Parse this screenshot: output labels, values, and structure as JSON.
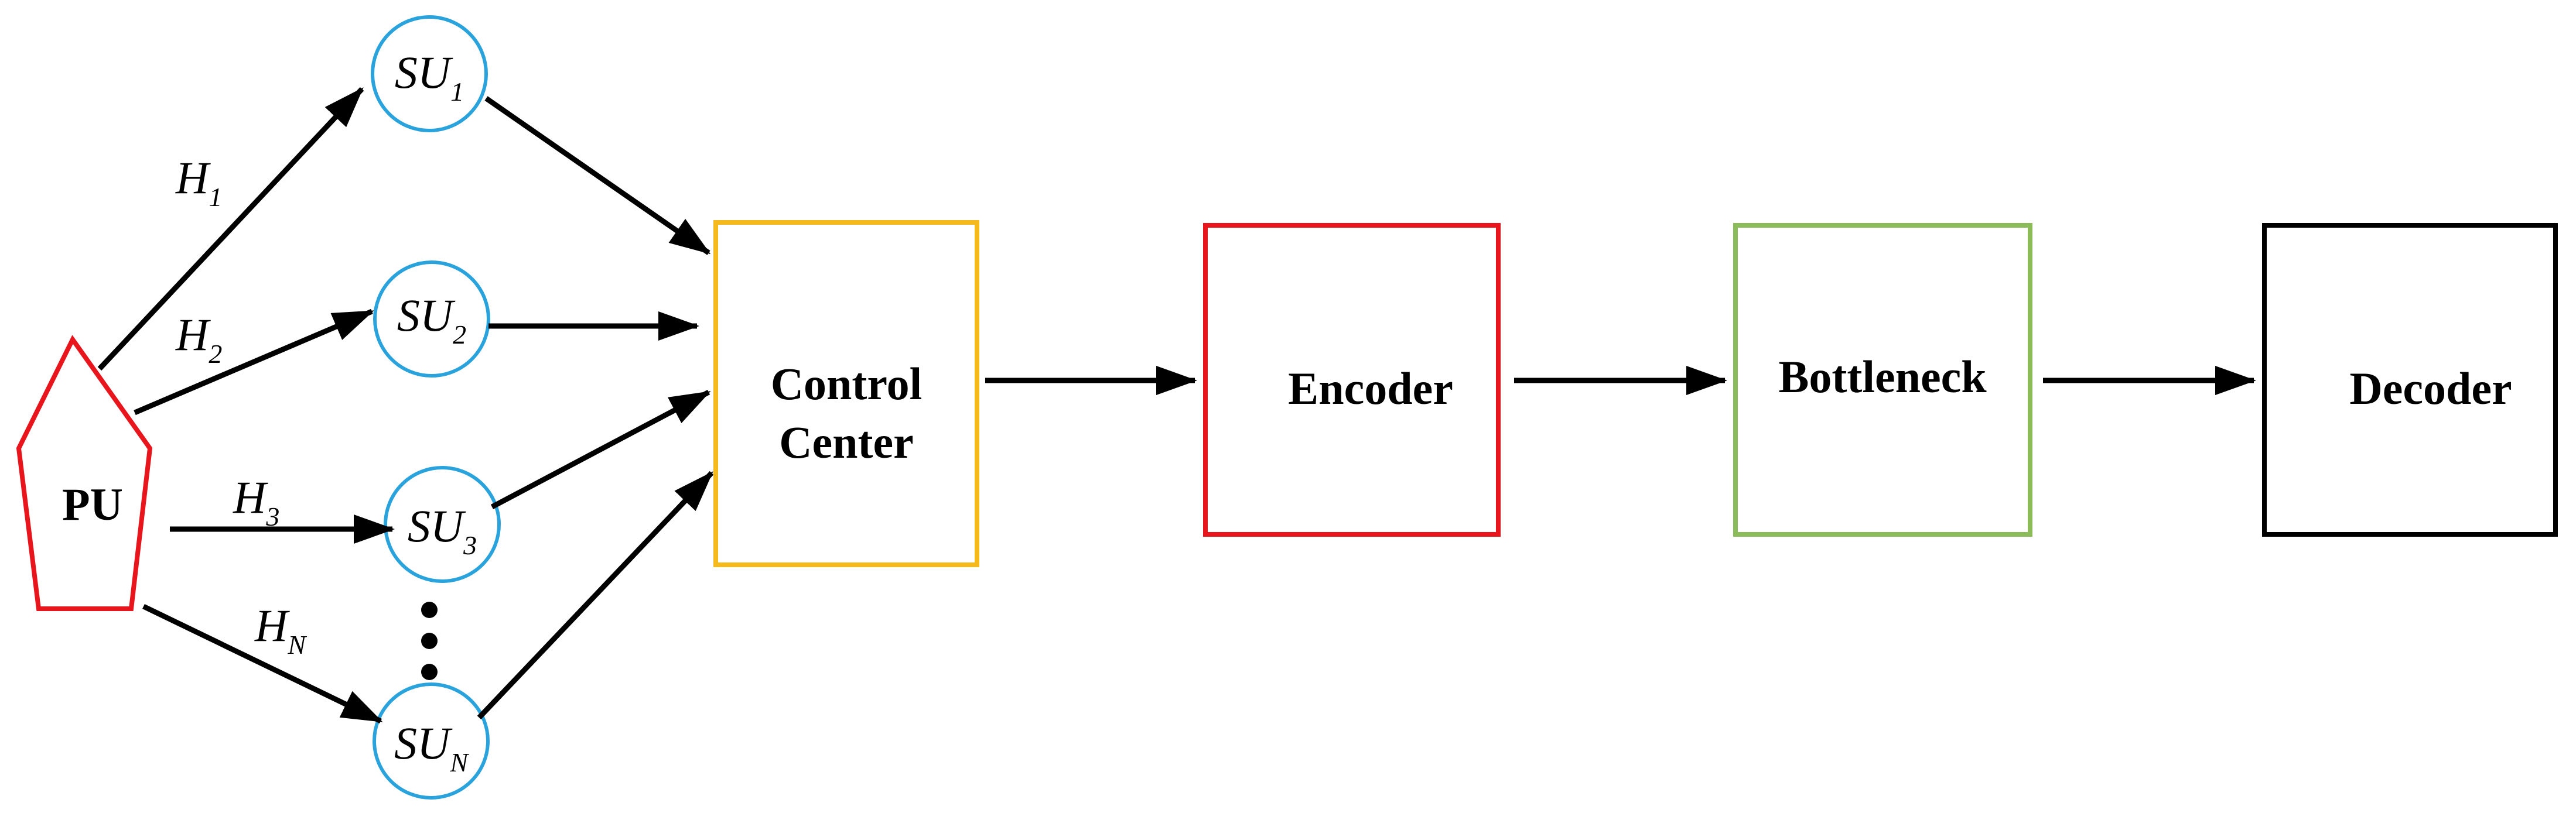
{
  "colors": {
    "pu_border": "#e8161c",
    "su_border": "#2aa3dd",
    "control_center_border": "#f6b91c",
    "encoder_border": "#e8161c",
    "bottleneck_border": "#8cbb5a",
    "decoder_border": "#000000",
    "arrow": "#000000"
  },
  "pu": {
    "label": "PU"
  },
  "su_nodes": [
    {
      "base": "SU",
      "sub": "1"
    },
    {
      "base": "SU",
      "sub": "2"
    },
    {
      "base": "SU",
      "sub": "3"
    },
    {
      "base": "SU",
      "sub": "N"
    }
  ],
  "channels": [
    {
      "base": "H",
      "sub": "1"
    },
    {
      "base": "H",
      "sub": "2"
    },
    {
      "base": "H",
      "sub": "3"
    },
    {
      "base": "H",
      "sub": "N"
    }
  ],
  "blocks": {
    "control_center": {
      "line1": "Control",
      "line2": "Center"
    },
    "encoder": {
      "label": "Encoder"
    },
    "bottleneck": {
      "label": "Bottleneck"
    },
    "decoder": {
      "label": "Decoder"
    }
  }
}
